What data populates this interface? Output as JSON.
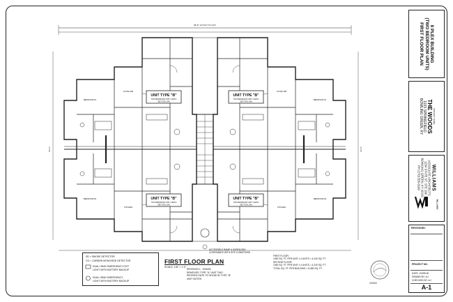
{
  "title_block": {
    "drawing_title": [
      "8 PLEX BUILDING",
      "(TWO BEDROOM UNITS)",
      "FIRST FLOOR PLAN"
    ],
    "project_label": "PROJECT NAME:",
    "project_name": "THE WOODS",
    "project_address": "1103 SPRINGFIELD",
    "project_city": "BOWLING GREEN, KY",
    "firm_name": "WILLIAMS",
    "firm_subtitle": "ASSOCIATE ARCHITECTS",
    "firm_line3": "1234 STATE ST, STE 100",
    "firm_line4": "BOWLING GREEN, KY 42101",
    "firm_phone": "PH (270) 555-0100",
    "logo_word": "WILLIAMS",
    "revisions_label": "REVISIONS:",
    "project_no_label": "PROJECT NO.",
    "date_line": "DATE: 10/05/18",
    "drawn_line": "DRAWN BY: AJ",
    "checked_line": "CHECKED BY: AJ",
    "sheet_number": "A-1"
  },
  "plan": {
    "units": [
      {
        "label": "UNIT TYPE \"B\""
      },
      {
        "label": "UNIT TYPE \"B\""
      },
      {
        "label": "UNIT TYPE \"B\""
      },
      {
        "label": "UNIT TYPE \"B\""
      }
    ],
    "unit_sub": "TWO BEDROOM UNIT 1-BATH",
    "unit_sub2": "SECTION 1/A6",
    "room_bedroom": "BEDROOM #1",
    "room_bedroom2": "BEDROOM #2",
    "room_living": "LIVING RM",
    "room_kitchen": "KITCHEN",
    "overall_dim": "98'-8\" 1/2\"OUT TO OUT",
    "side_dim": "56'-0\"",
    "side_dim2": "63'-0\""
  },
  "legend": {
    "sd": "SD = SMOKE DETECTOR",
    "co": "CO = CARBON MONOXIDE DETECTOR",
    "exit": "DUAL HEAD EMERGENCY EXIT",
    "exit2": "LIGHT WITH BATTERY BACKUP",
    "emerg": "DUAL HEAD EMERGENCY",
    "emerg2": "LIGHT WITH BATTERY BACKUP"
  },
  "plan_title": {
    "name": "FIRST FLOOR PLAN",
    "scale": "SCALE: 1/8\" = 1'-0\""
  },
  "revision_note": [
    "REVISION 1 - 9/18/18",
    "REMOVED TYPE \"A\" UNIT TWO",
    "REVISED DATE TO SHOW IN TYPE \"B\"",
    "UNIT NOTES"
  ],
  "access_note": [
    "ACCESSIBLE RAMP & SURFACING",
    "COORDINATE WITH SITE CONDITIONS"
  ],
  "areas": {
    "heading": "FIRST FLOOR:",
    "l1": "1060 SQ. FT. PER UNIT x 4 UNITS = 4,240 SQ. FT.",
    "l2": "SECOND FLOOR:",
    "l3": "1060 SQ. FT. PER UNIT x 4 UNITS = 4,240 SQ. FT.",
    "l4": "TOTAL SQ. FT. PER BUILDING = 8,480 SQ. FT."
  },
  "signature": "11/5/18"
}
